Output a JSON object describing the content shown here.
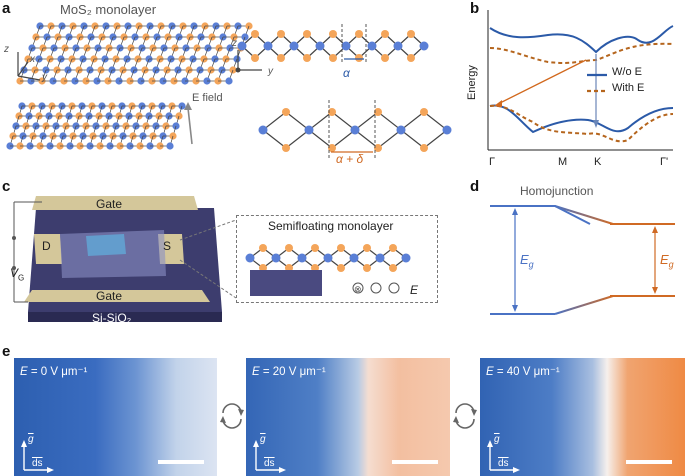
{
  "panels": {
    "a": {
      "letter": "a",
      "title": "MoS₂ monolayer",
      "axis_z": "z",
      "axis_x": "x",
      "axis_y": "y",
      "efield_label": "E field",
      "alpha": "α",
      "alpha_delta": "α + δ"
    },
    "b": {
      "letter": "b",
      "ylabel": "Energy",
      "ticks": [
        "Γ",
        "M",
        "K",
        "Γ'"
      ],
      "legend": [
        "W/o E",
        "With E"
      ],
      "colors": {
        "without": "#2b5aa8",
        "with": "#b5651d",
        "arrow": "#d2691e"
      }
    },
    "c": {
      "letter": "c",
      "gate_top": "Gate",
      "gate_bottom": "Gate",
      "drain": "D",
      "source": "S",
      "vg": "V",
      "vg_sub": "G",
      "substrate": "Si-SiO₂",
      "inset_title": "Semifloating monolayer",
      "field_symbol": "E"
    },
    "d": {
      "letter": "d",
      "title": "Homojunction",
      "eg_left": "E",
      "eg_right": "E",
      "eg_sub": "g",
      "colors": {
        "left": "#4a72c4",
        "right": "#d06a24"
      }
    },
    "e": {
      "letter": "e",
      "tiles": [
        {
          "label": "= 0 V μm⁻¹"
        },
        {
          "label": "= 20 V μm⁻¹"
        },
        {
          "label": "= 40 V μm⁻¹"
        }
      ],
      "field_symbol": "E",
      "axis_g": "g",
      "axis_ds": "ds"
    }
  }
}
